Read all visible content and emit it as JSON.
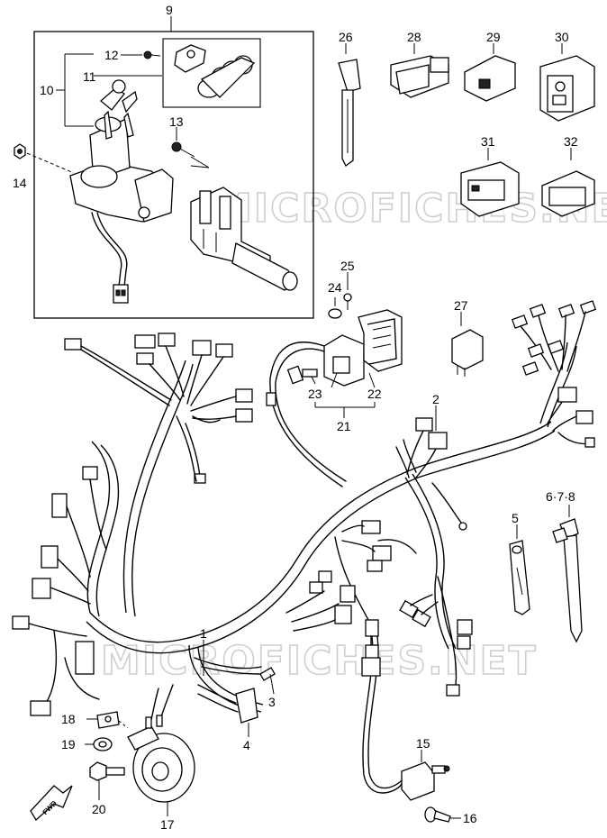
{
  "watermarks": [
    "MICROFICHES.NET",
    "MICROFICHES.NET"
  ],
  "fwd_label": "FWD",
  "callouts": {
    "p1": "1",
    "p2": "2",
    "p3": "3",
    "p4": "4",
    "p5": "5",
    "p678": "6·7·8",
    "p9": "9",
    "p10": "10",
    "p11": "11",
    "p12": "12",
    "p13": "13",
    "p14": "14",
    "p15": "15",
    "p16": "16",
    "p17": "17",
    "p18": "18",
    "p19": "19",
    "p20": "20",
    "p21": "21",
    "p22": "22",
    "p23": "23",
    "p24": "24",
    "p25": "25",
    "p26": "26",
    "p27": "27",
    "p28": "28",
    "p29": "29",
    "p30": "30",
    "p31": "31",
    "p32": "32"
  }
}
